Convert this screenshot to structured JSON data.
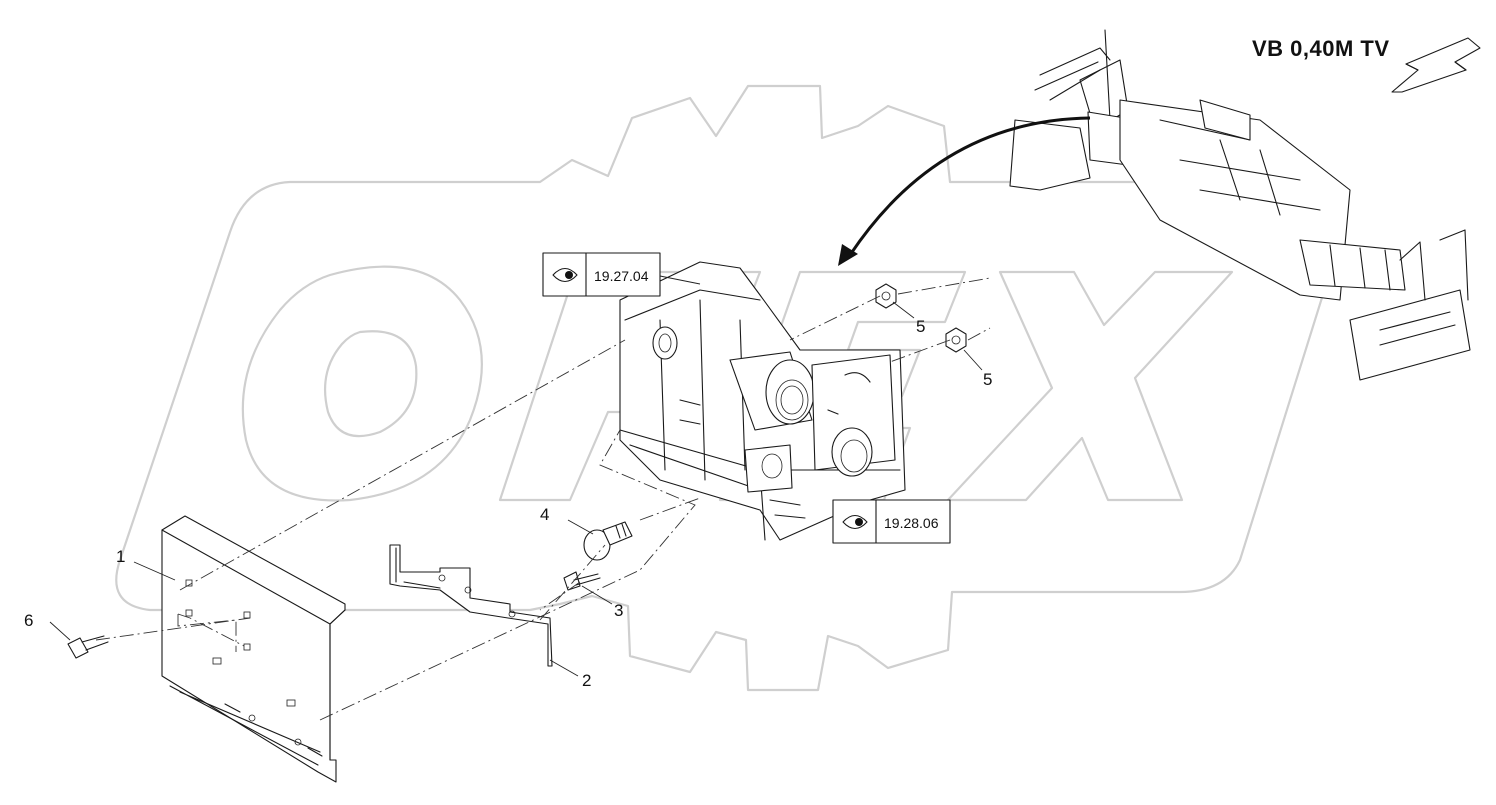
{
  "header": {
    "title": "VB 0,40M TV"
  },
  "references": [
    {
      "id": "ref-1",
      "code": "19.27.04"
    },
    {
      "id": "ref-2",
      "code": "19.28.06"
    }
  ],
  "callouts": [
    {
      "id": "c1",
      "label": "1"
    },
    {
      "id": "c2",
      "label": "2"
    },
    {
      "id": "c3",
      "label": "3"
    },
    {
      "id": "c4",
      "label": "4"
    },
    {
      "id": "c5a",
      "label": "5"
    },
    {
      "id": "c5b",
      "label": "5"
    },
    {
      "id": "c6",
      "label": "6"
    }
  ],
  "watermark": {
    "text": "OFEX",
    "color": "#cfcfcf"
  },
  "colors": {
    "line": "#1a1a1a",
    "background": "#ffffff"
  }
}
